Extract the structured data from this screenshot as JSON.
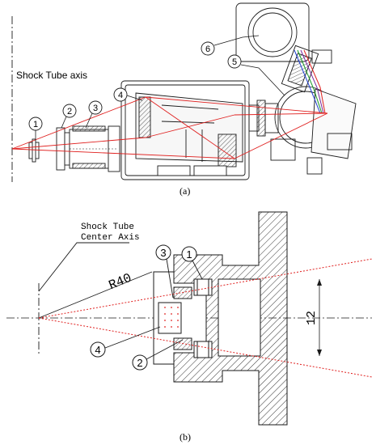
{
  "panel_a": {
    "axis_label": "Shock Tube axis",
    "callouts": [
      "1",
      "2",
      "3",
      "4",
      "5",
      "6"
    ],
    "caption": "(a)"
  },
  "panel_b": {
    "axis_label_line1": "Shock Tube",
    "axis_label_line2": "Center Axis",
    "radius_label": "R40",
    "dimension_label": "12",
    "callouts": [
      "1",
      "2",
      "3",
      "4"
    ],
    "caption": "(b)"
  },
  "colors": {
    "ray": "#e0201f",
    "line": "#1a1a1a",
    "hatch": "#333333",
    "fiber_blue": "#1f3fd0",
    "fiber_green": "#1a9a2a",
    "fiber_purple": "#7a2aa0"
  }
}
